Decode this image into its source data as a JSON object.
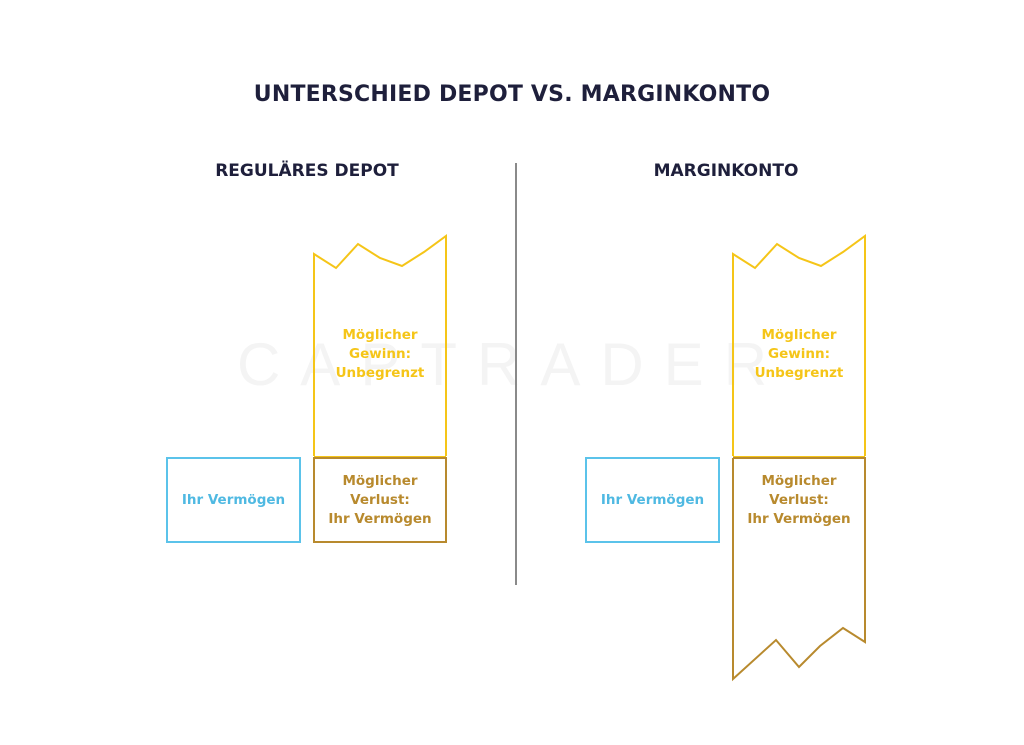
{
  "title": "UNTERSCHIED DEPOT VS. MARGINKONTO",
  "watermark": "CAPTRADER",
  "colors": {
    "heading": "#1e1f3b",
    "asset": "#5bc3ea",
    "gain": "#f5c518",
    "loss": "#b88a2e",
    "divider": "#8a8a8a"
  },
  "left": {
    "heading": "REGULÄRES DEPOT",
    "asset": "Ihr Vermögen",
    "gain_lines": [
      "Möglicher",
      "Gewinn:",
      "Unbegrenzt"
    ],
    "loss_lines": [
      "Möglicher",
      "Verlust:",
      "Ihr Vermögen"
    ]
  },
  "right": {
    "heading": "MARGINKONTO",
    "asset": "Ihr Vermögen",
    "gain_lines": [
      "Möglicher",
      "Gewinn:",
      "Unbegrenzt"
    ],
    "loss_lines": [
      "Möglicher",
      "Verlust:",
      "Ihr Vermögen"
    ]
  }
}
